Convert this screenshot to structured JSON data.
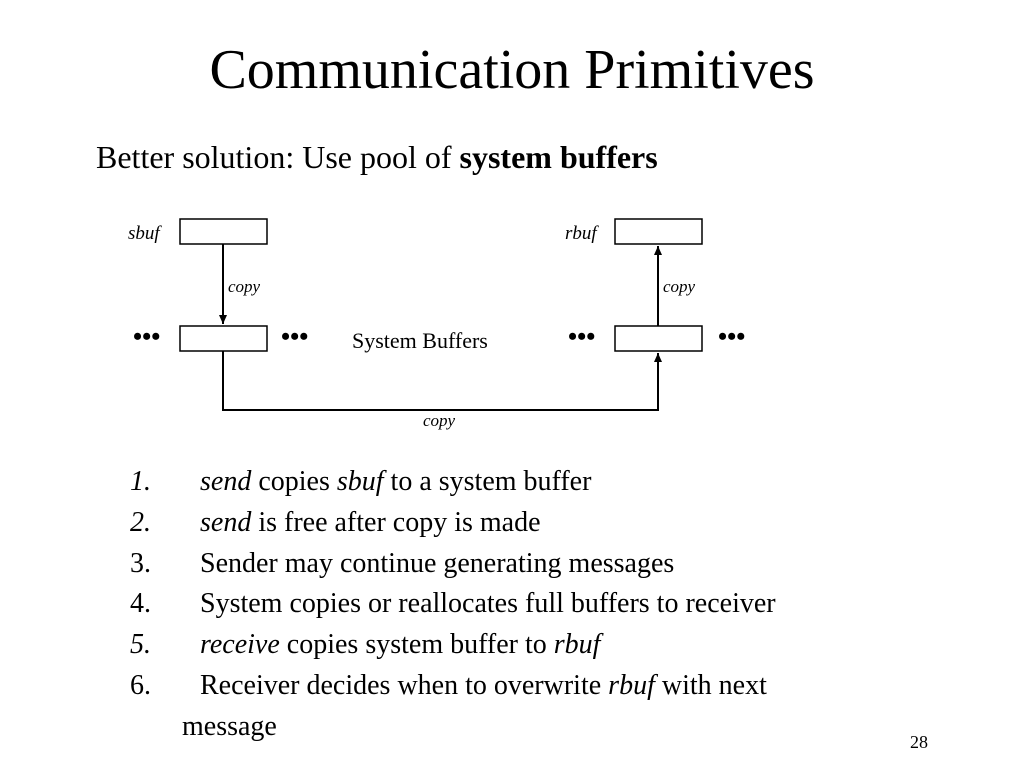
{
  "slide": {
    "title": "Communication Primitives",
    "subtitle_prefix": "Better solution: Use pool of ",
    "subtitle_bold": "system buffers",
    "page_number": "28"
  },
  "diagram": {
    "sender_buffer_label": "sbuf",
    "receiver_buffer_label": "rbuf",
    "system_buffers_label": "System Buffers",
    "copy_left_label": "copy",
    "copy_right_label": "copy",
    "copy_bottom_label": "copy",
    "ellipsis": "•••"
  },
  "steps": [
    {
      "number": "1.",
      "number_italic": true,
      "parts": [
        {
          "text": "send",
          "italic": true
        },
        {
          "text": " copies ",
          "italic": false
        },
        {
          "text": "sbuf",
          "italic": true
        },
        {
          "text": " to a system buffer",
          "italic": false
        }
      ]
    },
    {
      "number": "2.",
      "number_italic": true,
      "parts": [
        {
          "text": "send",
          "italic": true
        },
        {
          "text": " is free after copy is made",
          "italic": false
        }
      ]
    },
    {
      "number": "3.",
      "number_italic": false,
      "parts": [
        {
          "text": "Sender may continue generating messages",
          "italic": false
        }
      ]
    },
    {
      "number": "4.",
      "number_italic": false,
      "parts": [
        {
          "text": "System copies or reallocates full buffers to receiver",
          "italic": false
        }
      ]
    },
    {
      "number": "5.",
      "number_italic": true,
      "parts": [
        {
          "text": "receive",
          "italic": true
        },
        {
          "text": " copies system buffer to ",
          "italic": false
        },
        {
          "text": "rbuf",
          "italic": true
        }
      ]
    },
    {
      "number": "6.",
      "number_italic": false,
      "parts": [
        {
          "text": "Receiver decides when to overwrite ",
          "italic": false
        },
        {
          "text": "rbuf",
          "italic": true
        },
        {
          "text": " with next",
          "italic": false
        }
      ],
      "continuation": "message"
    }
  ]
}
